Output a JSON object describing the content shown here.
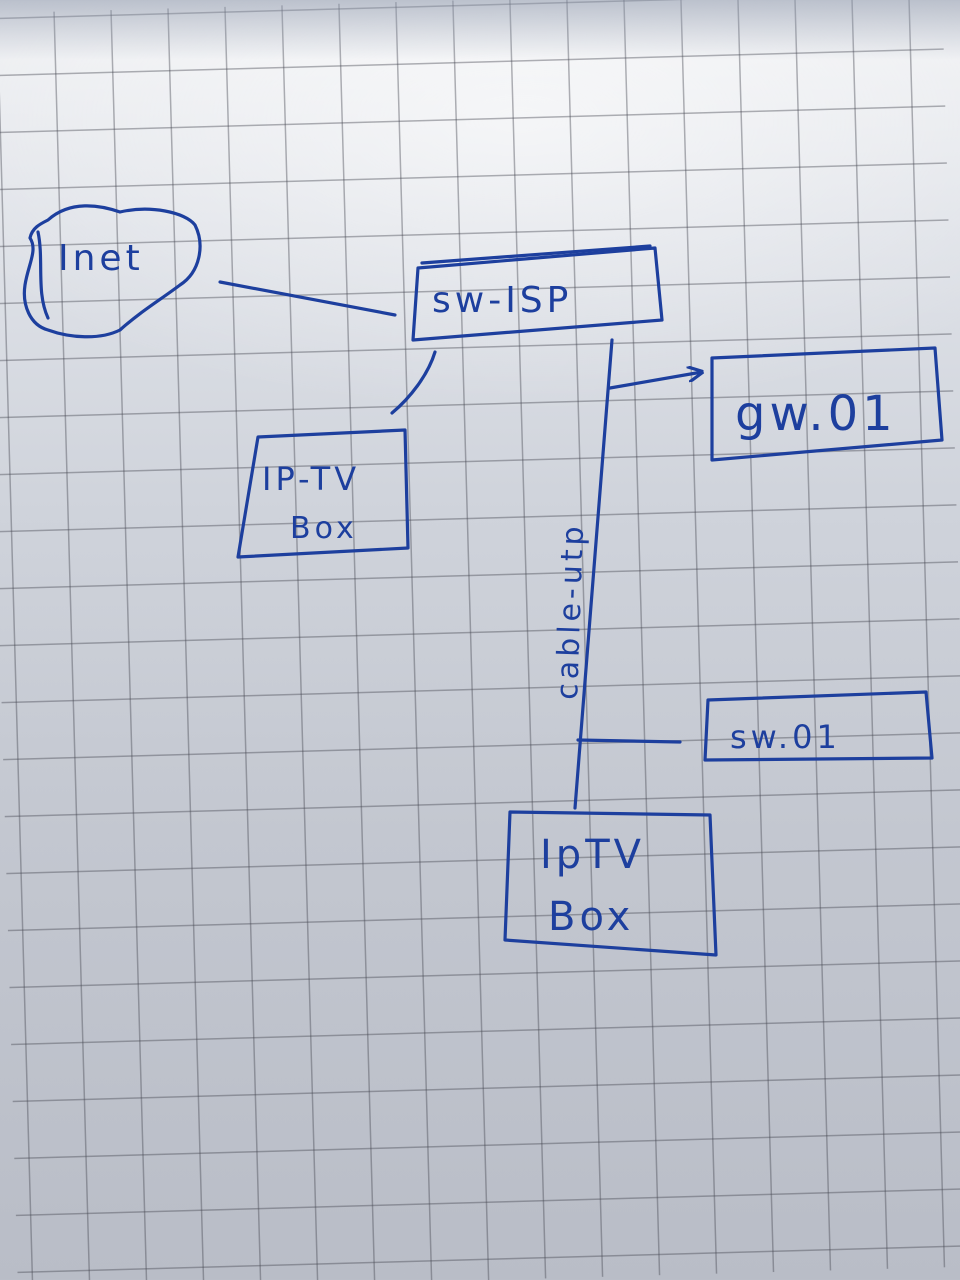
{
  "diagram": {
    "nodes": {
      "inet": {
        "label": "Inet",
        "shape": "cloud"
      },
      "sw_isp": {
        "label": "sw-ISP",
        "shape": "box"
      },
      "iptv_box_1": {
        "line1": "IP-TV",
        "line2": "Box",
        "shape": "box"
      },
      "gw_01": {
        "label": "gw.01",
        "shape": "box"
      },
      "sw_01": {
        "label": "sw.01",
        "shape": "box"
      },
      "iptv_box_2": {
        "line1": "IpTV",
        "line2": "Box",
        "shape": "box"
      }
    },
    "cable_label": "cable-utp",
    "edges": [
      {
        "from": "inet",
        "to": "sw_isp"
      },
      {
        "from": "sw_isp",
        "to": "iptv_box_1"
      },
      {
        "from": "sw_isp",
        "to": "gw_01",
        "arrow": true
      },
      {
        "from": "sw_isp",
        "to": "sw_01"
      },
      {
        "from": "sw_isp",
        "to": "iptv_box_2"
      }
    ],
    "colors": {
      "ink": "#1d3f9e",
      "paper": "#d2d6de",
      "grid": "#46485a"
    }
  }
}
